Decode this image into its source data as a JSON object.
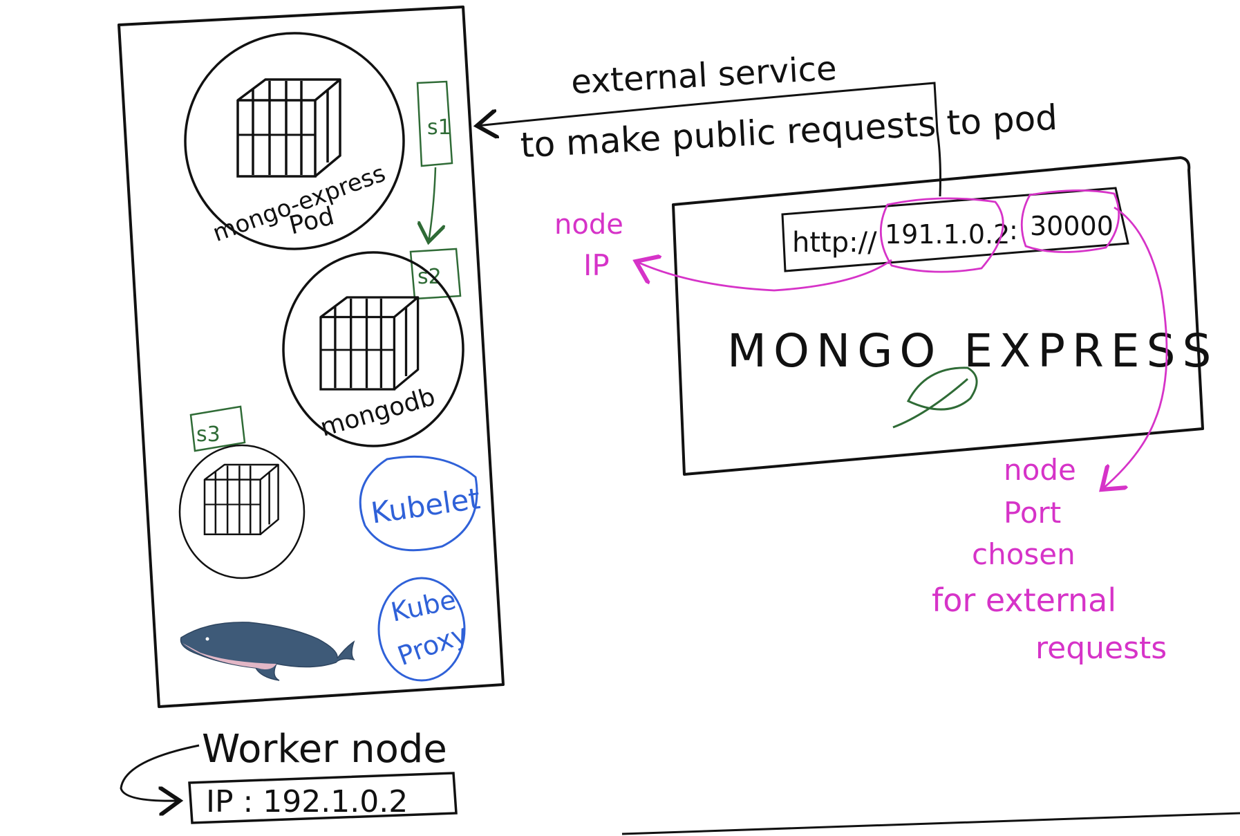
{
  "colors": {
    "ink": "#111111",
    "pink": "#d633c8",
    "green": "#2f6b36",
    "blue": "#2f61d8",
    "whale_body": "#3e5a78",
    "whale_belly": "#e2b7c6"
  },
  "node": {
    "pods": [
      {
        "line1": "mongo-express",
        "line2": "Pod",
        "service": "s1"
      },
      {
        "line1": "mongodb",
        "service": "s2"
      },
      {
        "line1": "",
        "service": "s3"
      }
    ],
    "components": [
      {
        "label": "Kubelet",
        "icon": "kubelet-circle"
      },
      {
        "line1": "Kube",
        "line2": "Proxy",
        "icon": "kube-proxy-circle"
      }
    ],
    "runtime_icon": "docker-whale-icon",
    "title": "Worker node",
    "ip_label": "IP : 192.1.0.2"
  },
  "service_annotation": {
    "line1": "external service",
    "line2": "to make public requests to pod"
  },
  "browser": {
    "url_prefix": "http://",
    "url_ip": "191.1.0.2",
    "url_colon": ":",
    "url_port": "30000",
    "title": "MONGO EXPRESS UI",
    "logo_icon": "mongo-leaf-icon"
  },
  "annotations": {
    "node_ip": {
      "line1": "node",
      "line2": "IP"
    },
    "node_port": [
      "node",
      "Port",
      "chosen",
      "for external",
      "requests"
    ]
  }
}
